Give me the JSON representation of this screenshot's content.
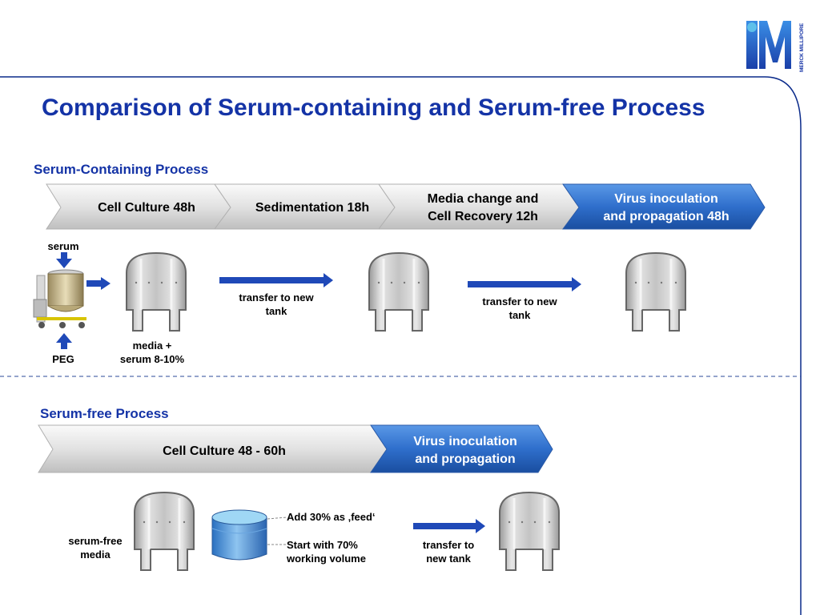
{
  "brand": {
    "logo_letter": "M",
    "logo_text": "MERCK MILLIPORE",
    "colors": {
      "primary": "#1433a6",
      "frame": "#0a2a8a",
      "stage_blue": "#2f6fcc",
      "tank_gray": "#c9c9c9"
    }
  },
  "title": "Comparison of Serum-containing and Serum-free Process",
  "serum_containing": {
    "heading": "Serum-Containing Process",
    "stages": [
      {
        "line1": "Cell Culture 48h",
        "line2": ""
      },
      {
        "line1": "Sedimentation 18h",
        "line2": ""
      },
      {
        "line1": "Media change and",
        "line2": "Cell Recovery 12h"
      },
      {
        "line1": "Virus inoculation",
        "line2": "and propagation 48h"
      }
    ],
    "serum_label": "serum",
    "peg_label": "PEG",
    "media_label_line1": "media +",
    "media_label_line2": "serum 8-10%",
    "transfer1_line1": "transfer to new",
    "transfer1_line2": "tank",
    "transfer2_line1": "transfer to new",
    "transfer2_line2": "tank"
  },
  "serum_free": {
    "heading": "Serum-free Process",
    "stages": [
      {
        "line1": "Cell Culture 48 - 60h",
        "line2": ""
      },
      {
        "line1": "Virus inoculation",
        "line2": "and propagation"
      }
    ],
    "media_label_line1": "serum-free",
    "media_label_line2": "media",
    "feed_label": "Add 30% as ‚feed‘",
    "start_line1": "Start with 70%",
    "start_line2": "working volume",
    "transfer_line1": "transfer to",
    "transfer_line2": "new tank"
  },
  "icons": [
    "logo-m-icon",
    "chevron-stage",
    "tank-icon",
    "blue-arrow-icon",
    "cylinder-icon",
    "mixing-vessel-icon"
  ]
}
